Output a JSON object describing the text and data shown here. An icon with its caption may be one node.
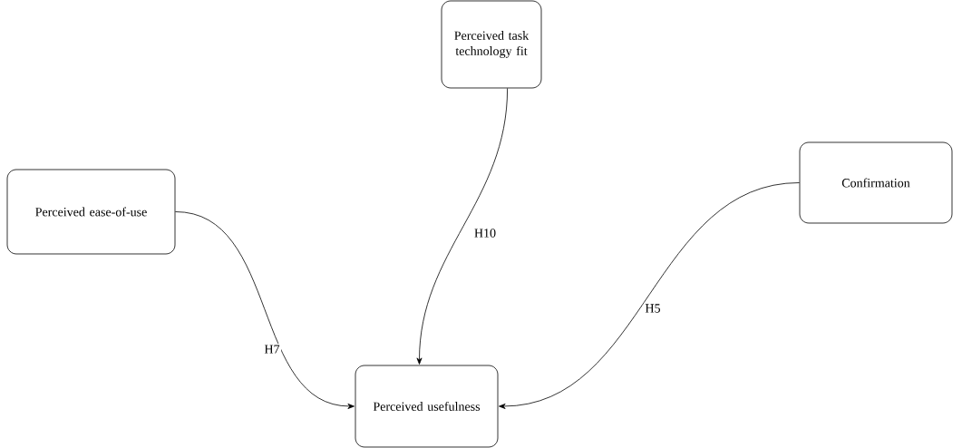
{
  "diagram": {
    "nodes": [
      {
        "text": [
          "Perceived task technology fit"
        ]
      },
      {
        "text": [
          "Perceived  ease-of-use"
        ]
      },
      {
        "text": [
          "Confirmation"
        ]
      },
      {
        "text": [
          "Perceived  usefulness"
        ]
      }
    ],
    "edges": [
      {
        "from": 1,
        "to": 3,
        "arrow": "to",
        "label": "H7"
      },
      {
        "from": 0,
        "to": 3,
        "arrow": "to",
        "label": "H10"
      },
      {
        "from": 2,
        "to": 3,
        "arrow": "to",
        "label": "H5"
      }
    ]
  }
}
